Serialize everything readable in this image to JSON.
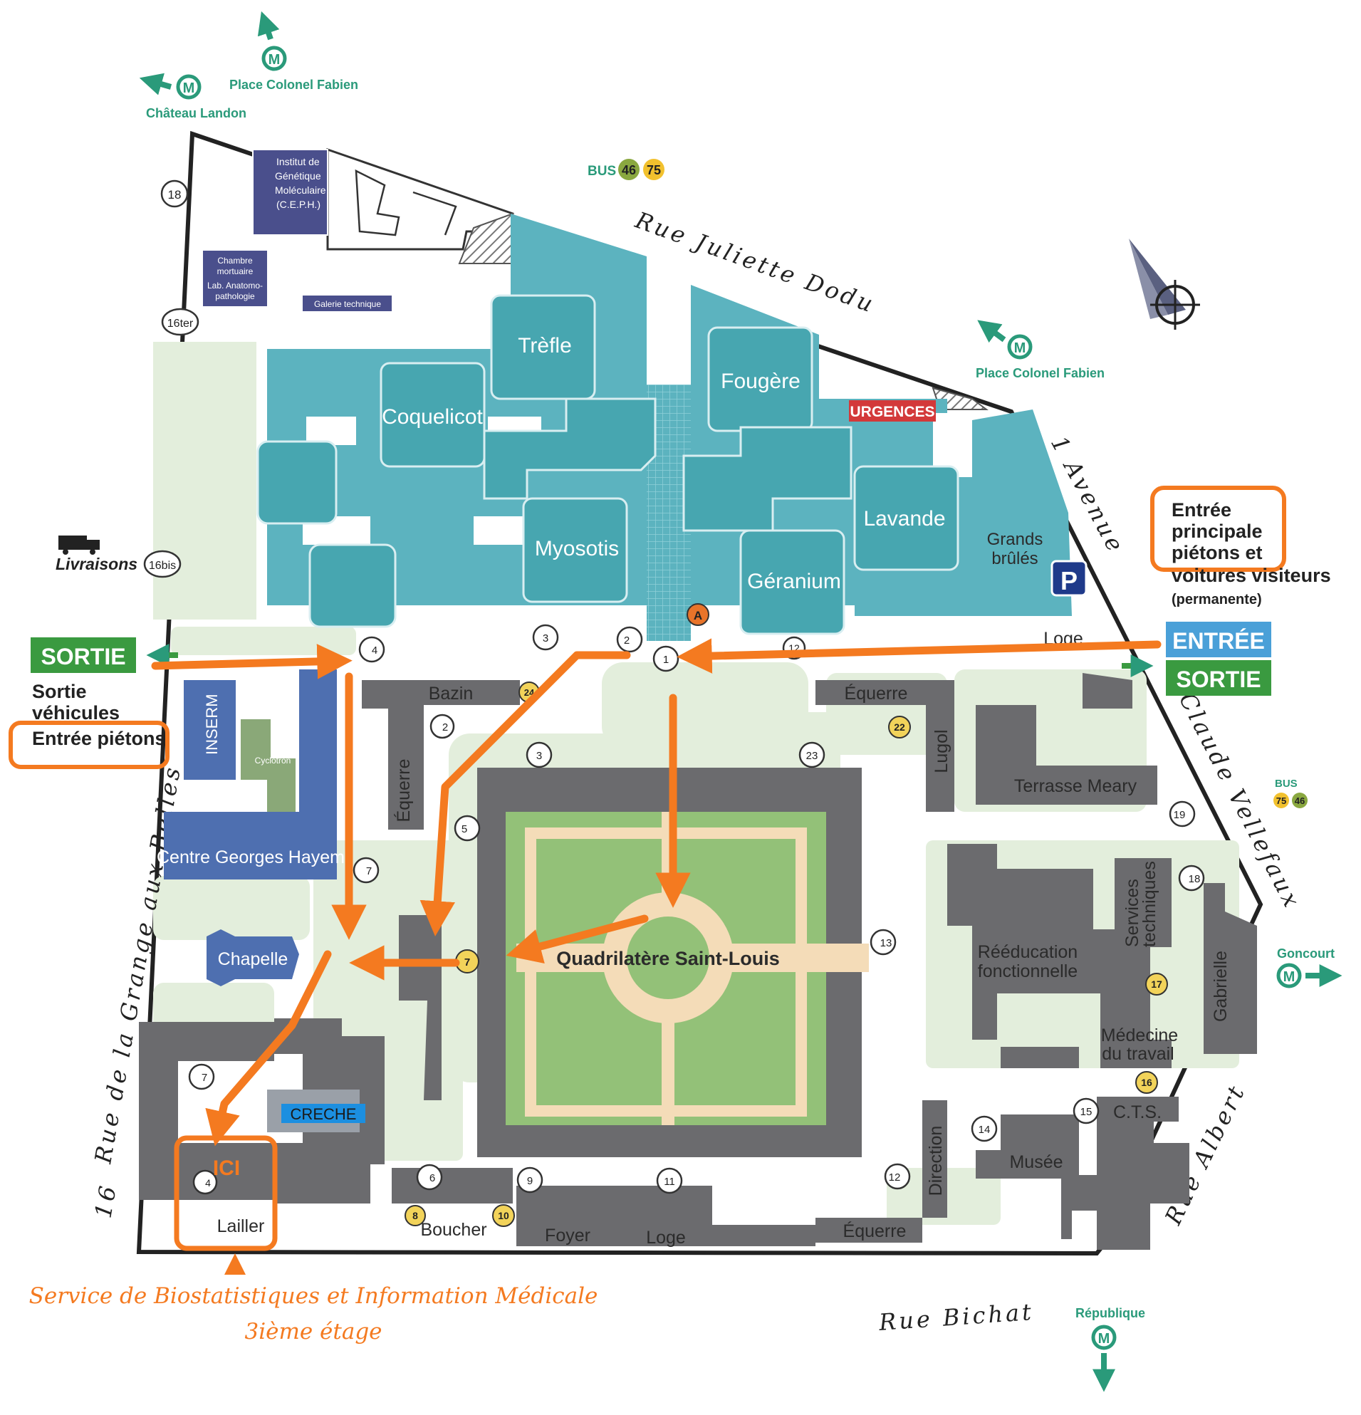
{
  "metro": {
    "chateau_landon": "Château Landon",
    "place_colonel_fabien_top": "Place Colonel Fabien",
    "place_colonel_fabien_right": "Place Colonel Fabien",
    "goncourt": "Goncourt",
    "republique": "République",
    "symbol": "M"
  },
  "bus": {
    "top_label": "BUS",
    "top_line1": "46",
    "top_line2": "75",
    "right_label": "BUS",
    "right_line1": "75",
    "right_line2": "46"
  },
  "streets": {
    "north": "Rue Juliette Dodu",
    "east": "1 Avenue",
    "east2": "Claude Vellefaux",
    "southeast": "Rue Albert",
    "south": "Rue Bichat",
    "west": "Rue de la Grange aux Belles",
    "west_number": "16"
  },
  "buildings": {
    "trefle": "Trèfle",
    "coquelicot": "Coquelicot",
    "fougere": "Fougère",
    "myosotis": "Myosotis",
    "lavande": "Lavande",
    "geranium": "Géranium",
    "grands_brules_1": "Grands",
    "grands_brules_2": "brûlés",
    "urgences": "URGENCES",
    "institut_1": "Institut de",
    "institut_2": "Génétique",
    "institut_3": "Moléculaire",
    "institut_4": "(C.E.P.H.)",
    "chambre_1": "Chambre",
    "chambre_2": "mortuaire",
    "chambre_3": "Lab. Anatomo-",
    "chambre_4": "pathologie",
    "galerie": "Galerie technique",
    "bazin": "Bazin",
    "equerre_w": "Équerre",
    "equerre_ne": "Équerre",
    "equerre_s": "Équerre",
    "lugol": "Lugol",
    "terrasse": "Terrasse Meary",
    "inserm": "INSERM",
    "cyclotron": "Cyclotron",
    "georges_hayem": "Centre Georges Hayem",
    "chapelle": "Chapelle",
    "quadrilatere": "Quadrilatère Saint-Louis",
    "reeducation_1": "Rééducation",
    "reeducation_2": "fonctionnelle",
    "services_1": "Services",
    "services_2": "techniques",
    "gabrielle": "Gabrielle",
    "medecine_1": "Médecine",
    "medecine_2": "du travail",
    "cts": "C.T.S.",
    "musee": "Musée",
    "direction": "Direction",
    "creche": "CRECHE",
    "lailler": "Lailler",
    "boucher": "Boucher",
    "foyer": "Foyer",
    "loge_s": "Loge",
    "loge_n": "Loge"
  },
  "gates": {
    "g18_nw": "18",
    "g16ter": "16ter",
    "g16bis": "16bis",
    "g4_n": "4",
    "g3_n": "3",
    "g2_n": "2",
    "g1": "1",
    "g12_n": "12",
    "g24": "24",
    "g2_bazin": "2",
    "g22": "22",
    "g3_quad": "3",
    "g23": "23",
    "g5": "5",
    "g19": "19",
    "g18_e": "18",
    "g7_w": "7",
    "g7_quad": "7",
    "g13": "13",
    "g17": "17",
    "g16": "16",
    "g15": "15",
    "g14": "14",
    "g7_lailler": "7",
    "g6": "6",
    "g9": "9",
    "g11": "11",
    "g12_s": "12",
    "g4_lailler": "4",
    "g8": "8",
    "g10": "10",
    "gA": "A",
    "parking": "P"
  },
  "entrances": {
    "sortie_left": "SORTIE",
    "sortie_vehicules_1": "Sortie",
    "sortie_vehicules_2": "véhicules",
    "entree_pietons": "Entrée piétons",
    "livraisons": "Livraisons",
    "entree_principale_1": "Entrée",
    "entree_principale_2": "principale",
    "entree_principale_3": "piétons et",
    "entree_principale_4": "voitures visiteurs",
    "permanente": "(permanente)",
    "entree_right": "ENTRÉE",
    "sortie_right": "SORTIE"
  },
  "annotations": {
    "ici": "ICI",
    "service_line1": "Service de Biostatistiques et Information Médicale",
    "service_line2": "3ième étage"
  },
  "colors": {
    "pavilion": "#5cb3bf",
    "pavilion_dark": "#47a6b0",
    "building_gray": "#6b6b6e",
    "garden": "#e3eedc",
    "lawn": "#93c178",
    "path": "#f4dcb8",
    "metro": "#2a9a7a",
    "orange": "#f47a20",
    "sortie_green": "#3a9a40",
    "entree_blue": "#4aa0d8",
    "urgences_red": "#d3393a"
  }
}
